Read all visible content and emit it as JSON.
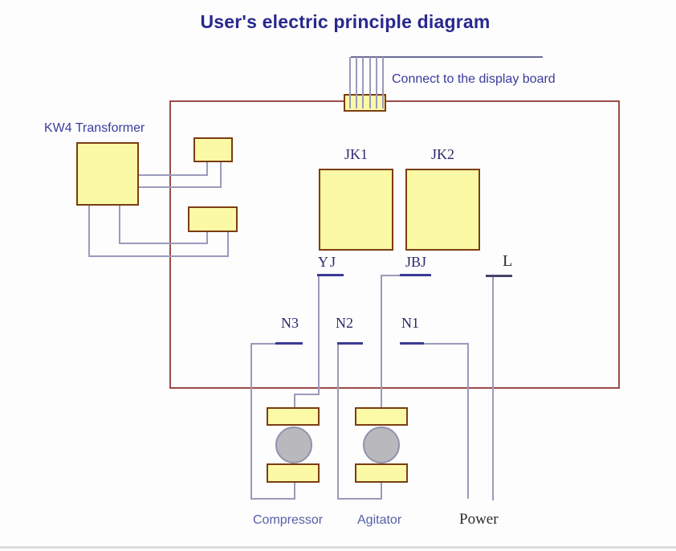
{
  "title": "User's electric principle diagram",
  "connector": {
    "label": "Connect to the display board"
  },
  "transformer": {
    "label": "KW4 Transformer"
  },
  "relays": [
    {
      "label": "JK1"
    },
    {
      "label": "JK2"
    }
  ],
  "board_terminals": {
    "yj": "YJ",
    "jbj": "JBJ",
    "l": "L",
    "n3": "N3",
    "n2": "N2",
    "n1": "N1"
  },
  "loads": {
    "compressor": "Compressor",
    "agitator": "Agitator",
    "power": "Power"
  },
  "colors": {
    "title_text": "#28288f",
    "blue_label_text": "#3b3b9e",
    "serif_label_text": "#2b2b6e",
    "dark_label_text": "#2b2b33",
    "wire": "#9a9abc",
    "display_bus_wire": "#6b6b96",
    "terminal_mark": "#3a3a93",
    "board_border": "#9c4a4a",
    "component_fill": "#fbf9a5",
    "component_border": "#7a3d12",
    "motor_fill": "#b9b9bd"
  }
}
